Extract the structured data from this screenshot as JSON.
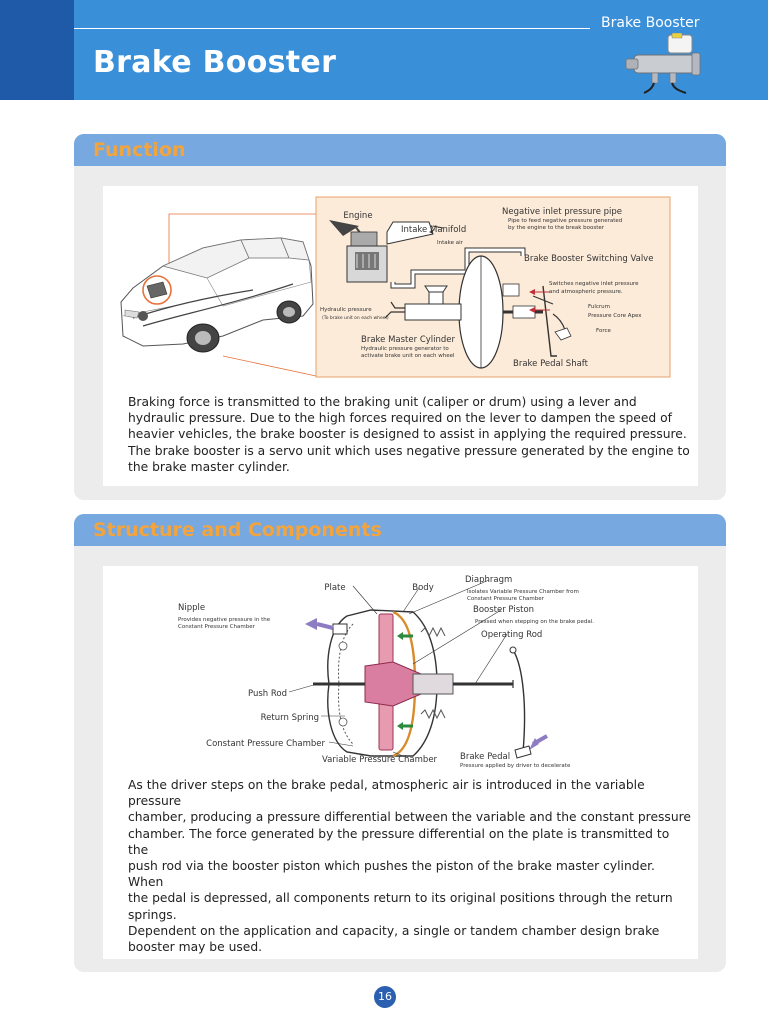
{
  "header": {
    "title": "Brake Booster",
    "section_label": "Brake Booster",
    "product_icon": "master-cylinder-icon"
  },
  "function_section": {
    "title": "Function",
    "diagram": {
      "engine": "Engine",
      "intake_manifold": "Intake Manifold",
      "intake_air": "Intake air",
      "negative_inlet_pipe": "Negative inlet pressure pipe",
      "negative_inlet_pipe_desc_1": "Pipe to feed negative pressure generated",
      "negative_inlet_pipe_desc_2": "by the engine to the break booster",
      "switching_valve": "Brake Booster Switching Valve",
      "switching_valve_desc_1": "Switches negative inlet pressure",
      "switching_valve_desc_2": "and atmospheric pressure.",
      "fulcrum": "Fulcrum",
      "pressure_core_apex": "Pressure Core Apex",
      "force": "Force",
      "hydraulic_pressure": "Hydraulic pressure",
      "hydraulic_pressure_desc": "(To brake unit on each wheel)",
      "master_cylinder": "Brake Master Cylinder",
      "master_cylinder_desc_1": "Hydraulic pressure generator to",
      "master_cylinder_desc_2": "activate brake unit on each wheel",
      "pedal_shaft": "Brake Pedal Shaft"
    },
    "paragraph": [
      "Braking force is transmitted to the braking unit (caliper or drum) using a lever and",
      "hydraulic pressure.  Due to the high forces required on the lever to dampen the speed of",
      "heavier vehicles, the brake booster is designed to assist in applying the required pressure.",
      "The brake booster is a servo unit which uses negative pressure generated by the engine to",
      "the brake master cylinder."
    ]
  },
  "structure_section": {
    "title": "Structure and Components",
    "diagram": {
      "plate": "Plate",
      "body": "Body",
      "diaphragm": "Diaphragm",
      "diaphragm_desc_1": "Isolates Variable Pressure Chamber from",
      "diaphragm_desc_2": "Constant Pressure Chamber",
      "booster_piston": "Booster Piston",
      "booster_piston_desc": "Pressed when stepping on the brake pedal.",
      "operating_rod": "Operating Rod",
      "nipple": "Nipple",
      "nipple_desc_1": "Provides negative pressure in the",
      "nipple_desc_2": "Constant Pressure Chamber",
      "push_rod": "Push Rod",
      "return_spring": "Return Spring",
      "constant_chamber": "Constant Pressure Chamber",
      "variable_chamber": "Variable Pressure Chamber",
      "brake_pedal": "Brake Pedal",
      "brake_pedal_desc": "Pressure applied by driver to decelerate"
    },
    "paragraph": [
      "As the driver steps on the brake pedal, atmospheric air is introduced in the variable pressure",
      "chamber, producing a pressure differential between the variable and the constant pressure",
      "chamber.  The force generated by the pressure differential on the plate is transmitted to the",
      "push rod via the booster piston which pushes the piston of the brake master cylinder.  When",
      "the pedal is depressed, all components return to its original positions through the return",
      "springs.",
      "Dependent on the application and capacity, a single or tandem chamber design brake",
      "booster may be used."
    ]
  },
  "footer": {
    "page_number": "16"
  }
}
